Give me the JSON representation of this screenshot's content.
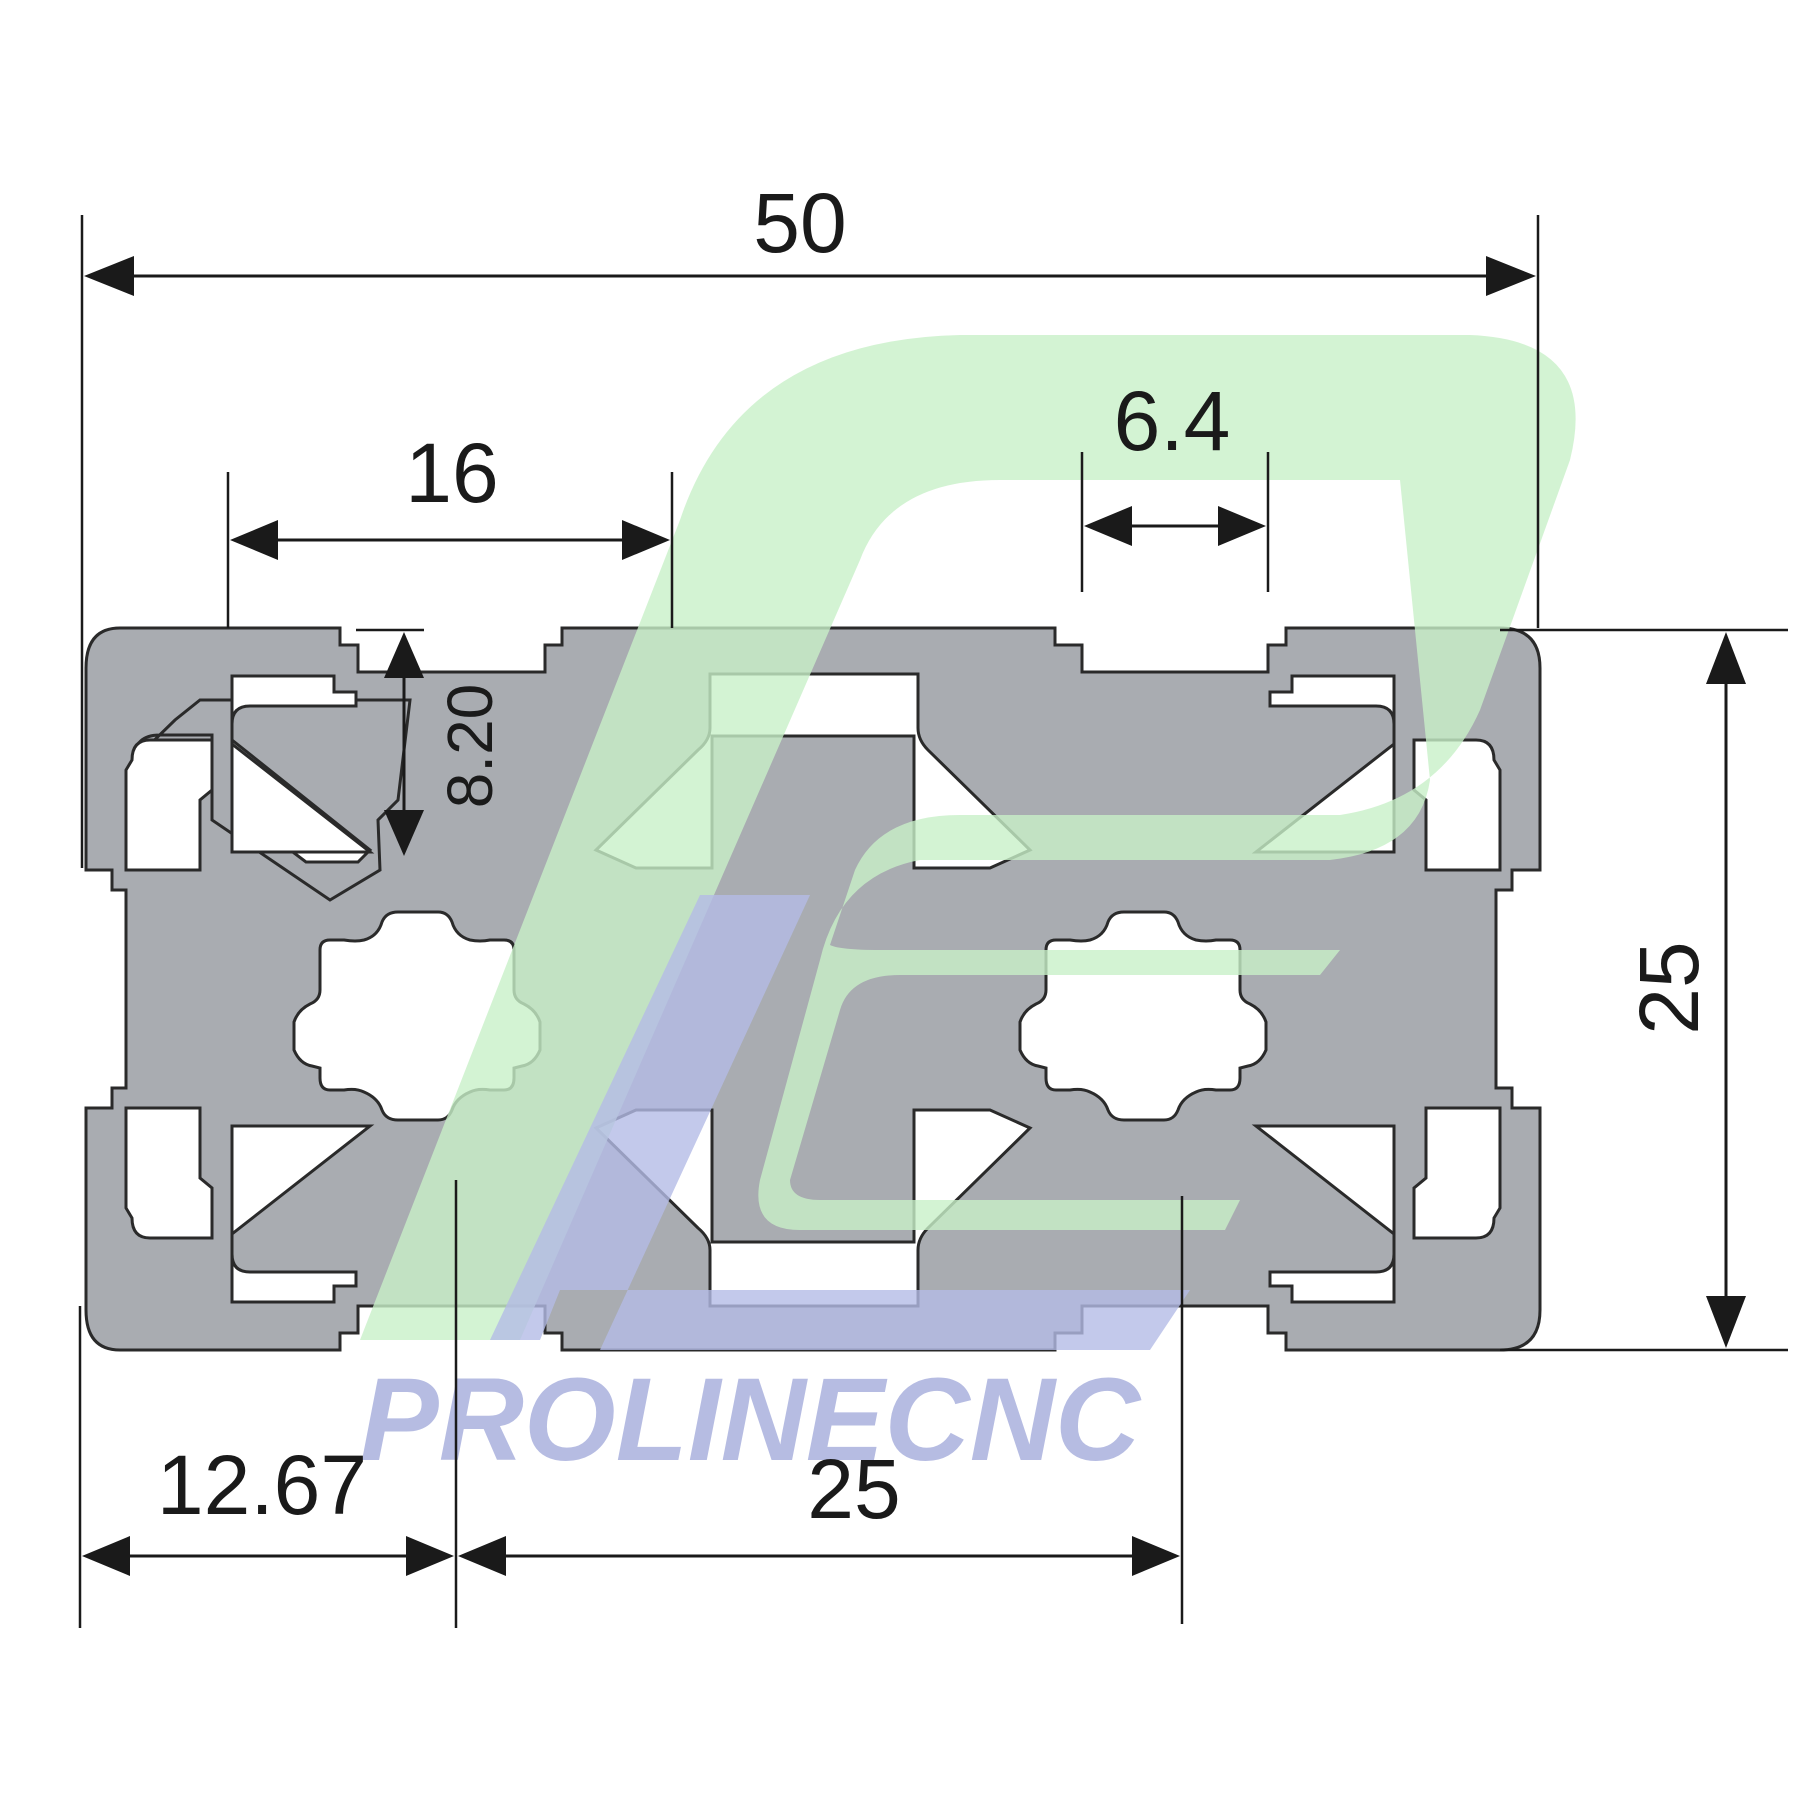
{
  "dimensions": {
    "overall_width": "50",
    "slot_spacing": "16",
    "slot_width": "6.4",
    "slot_depth": "8.20",
    "height": "25",
    "edge_to_center": "12.67",
    "center_to_center": "25"
  },
  "watermark": {
    "text": "PROLINECNC",
    "green": "#c8f0c8",
    "blue": "#b4bce6"
  },
  "colors": {
    "profile_fill": "#a9acb1",
    "line": "#1a1a1a"
  }
}
